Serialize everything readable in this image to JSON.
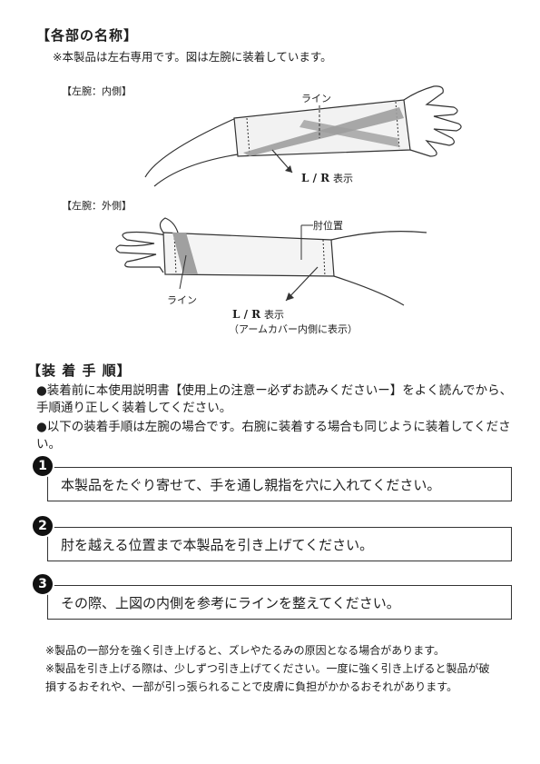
{
  "parts": {
    "title": "【各部の名称】",
    "note": "※本製品は左右専用です。図は左腕に装着しています。",
    "inner": {
      "label": "【左腕：内側】",
      "line_label": "ライン",
      "lr_label": "L / R",
      "lr_suffix": "表示"
    },
    "outer": {
      "label": "【左腕：外側】",
      "elbow_label": "肘位置",
      "line_label": "ライン",
      "lr_label": "L / R",
      "lr_suffix": "表示",
      "lr_note": "（アームカバー内側に表示）"
    }
  },
  "procedure": {
    "title": "【装 着 手 順】",
    "bullets": [
      "●装着前に本使用説明書【使用上の注意ー必ずお読みくださいー】をよく読んでから、手順通り正しく装着してください。",
      "●以下の装着手順は左腕の場合です。右腕に装着する場合も同じように装着してください。"
    ],
    "steps": [
      {
        "number": "1",
        "text": "本製品をたぐり寄せて、手を通し親指を穴に入れてください。"
      },
      {
        "number": "2",
        "text": "肘を越える位置まで本製品を引き上げてください。"
      },
      {
        "number": "3",
        "text": "その際、上図の内側を参考にラインを整えてください。"
      }
    ]
  },
  "footnotes": [
    "※製品の一部分を強く引き上げると、ズレやたるみの原因となる場合があります。",
    "※製品を引き上げる際は、少しずつ引き上げてください。一度に強く引き上げると製品が破損するおそれや、一部が引っ張られることで皮膚に負担がかかるおそれがあります。"
  ]
}
